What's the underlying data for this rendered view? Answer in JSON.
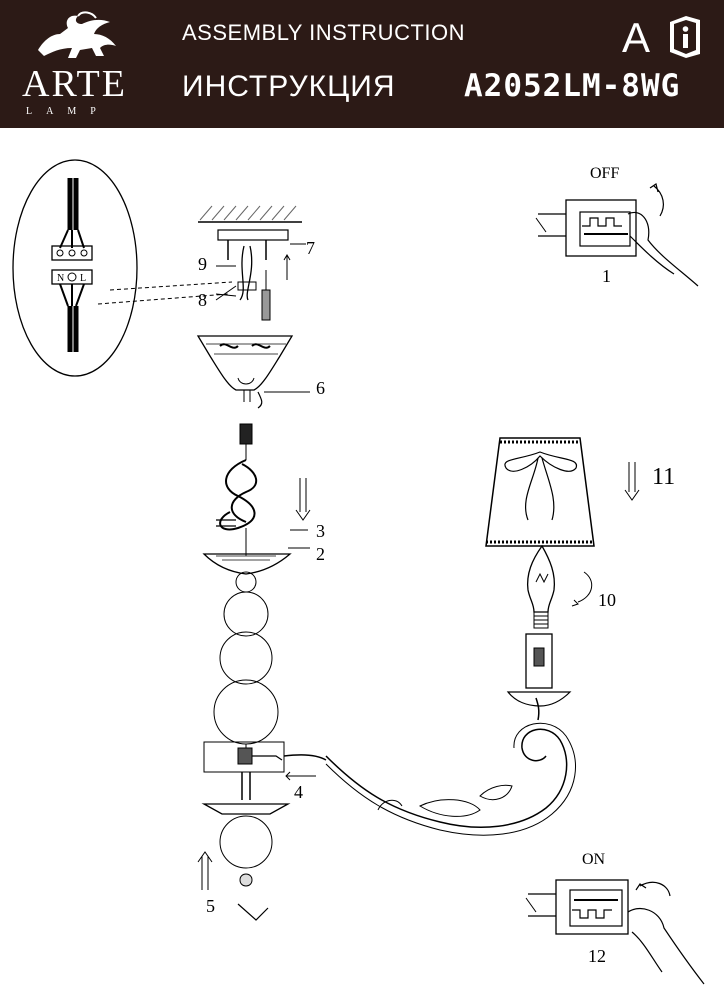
{
  "header": {
    "title_en": "ASSEMBLY INSTRUCTION",
    "title_ru": "ИНСТРУКЦИЯ",
    "model": "A2052LM-8WG",
    "brand": "ARTE",
    "brand_sub": "LAMP",
    "doc_letter": "A",
    "doc_icon": "info-book-icon",
    "logo_icon": "griffin-logo-icon"
  },
  "colors": {
    "header_bg": "#2c1a16",
    "header_text": "#ffffff",
    "line": "#000000"
  },
  "diagram": {
    "switch_off_label": "OFF",
    "switch_on_label": "ON",
    "wiring_labels": [
      "N",
      "L"
    ],
    "steps": [
      "1",
      "2",
      "3",
      "4",
      "5",
      "6",
      "7",
      "8",
      "9",
      "10",
      "11",
      "12"
    ]
  }
}
